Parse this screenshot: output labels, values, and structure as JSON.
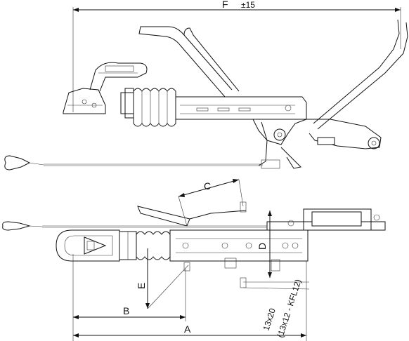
{
  "dimensions": {
    "F": "F",
    "tolerance": "±15",
    "A": "A",
    "B": "B",
    "C": "C",
    "D": "D",
    "E": "E",
    "bolt_primary": "13x20",
    "bolt_secondary": "(13x12 - KFL12)"
  },
  "colors": {
    "line": "#111111",
    "background": "#ffffff"
  }
}
